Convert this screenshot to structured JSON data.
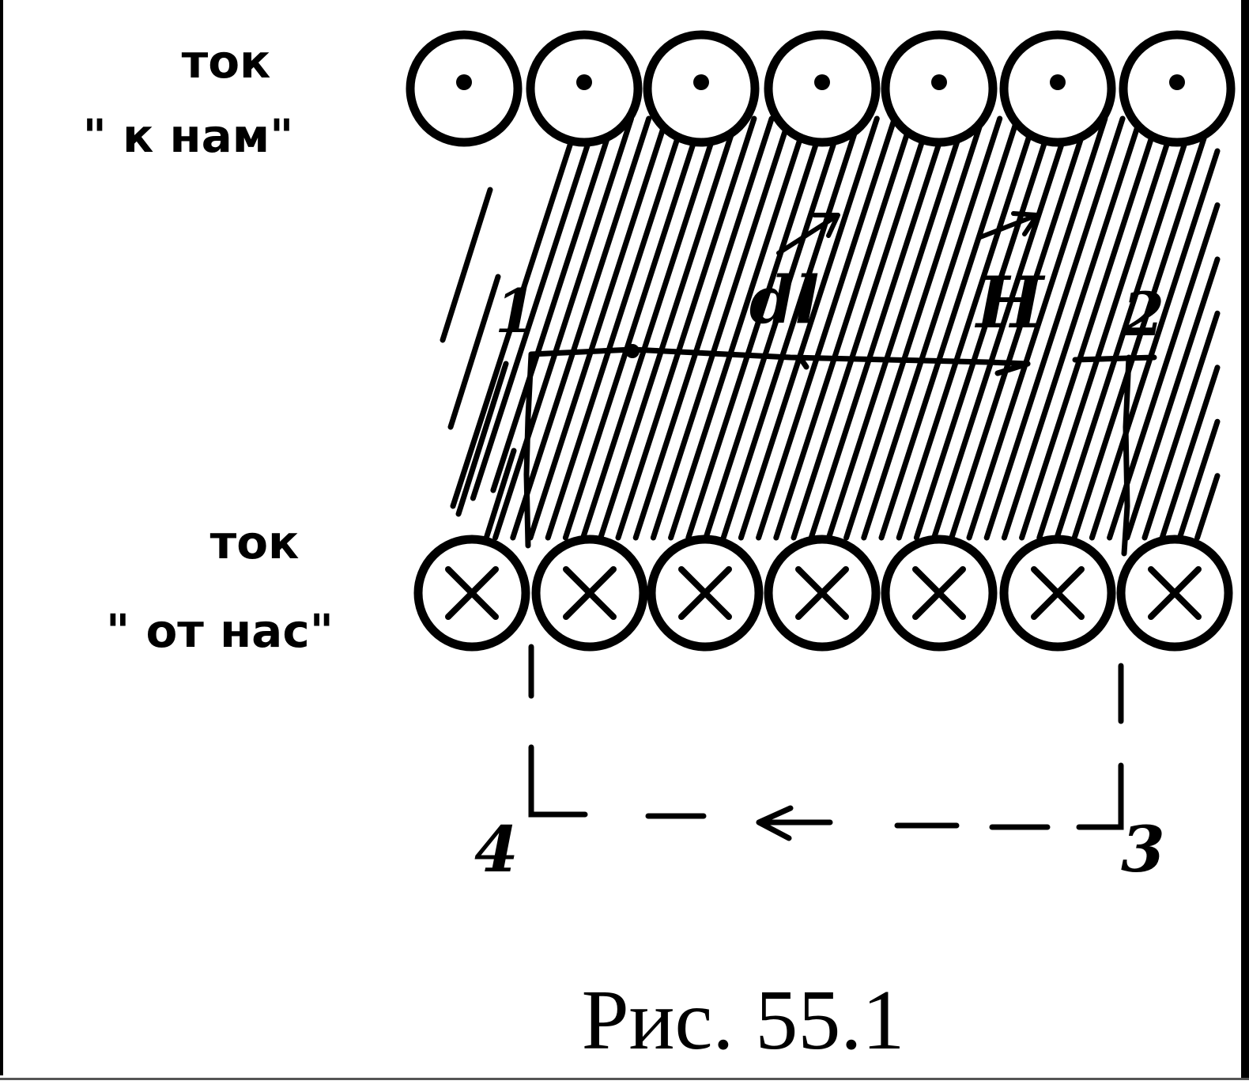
{
  "labels": {
    "top_current_line1": "ток",
    "top_current_line2": "\" к нам\"",
    "bottom_current_line1": "ток",
    "bottom_current_line2": "\" от нас\"",
    "vector_dl": "dl",
    "vector_H": "H",
    "point_1": "1",
    "point_2": "2",
    "point_3": "3",
    "point_4": "4",
    "caption": "Рис. 55.1"
  },
  "conductors": {
    "top_count": 7,
    "top_symbol": "dot",
    "bottom_count": 7,
    "bottom_symbol": "cross"
  },
  "colors": {
    "ink": "#000000",
    "paper": "#ffffff"
  }
}
